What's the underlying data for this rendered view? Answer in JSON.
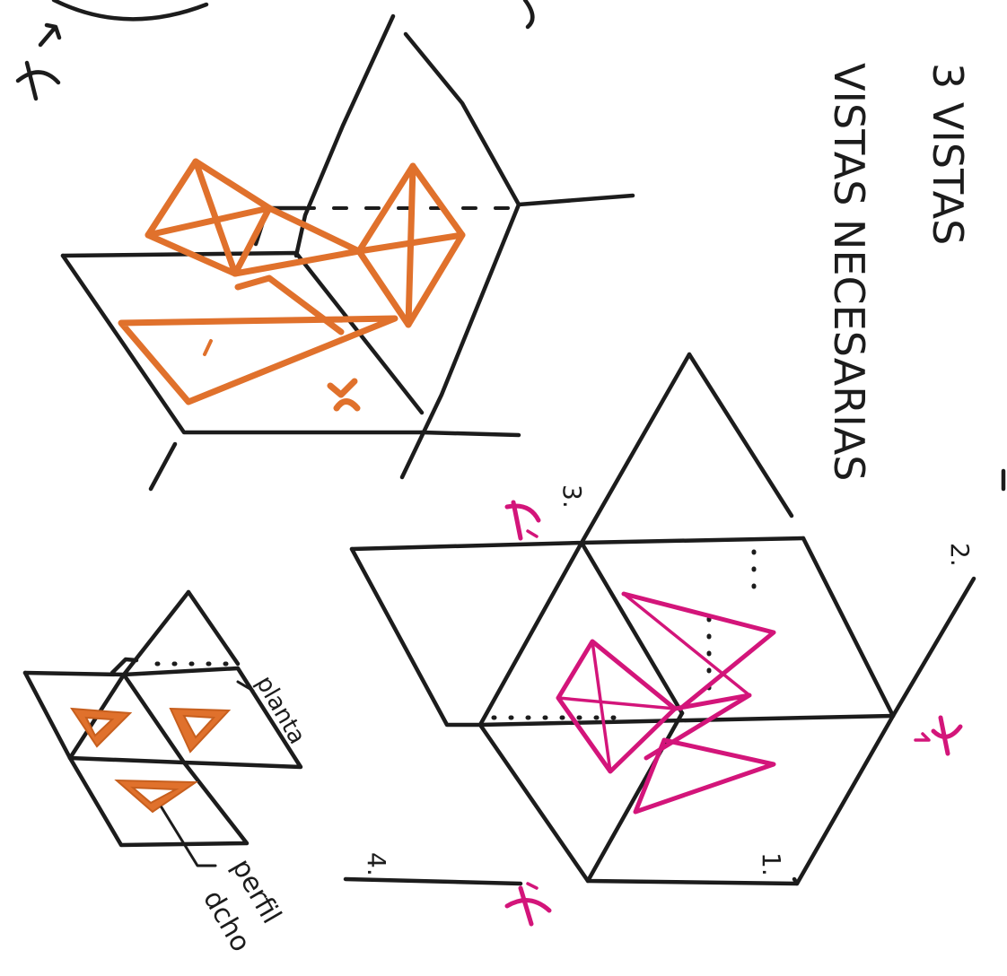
{
  "title": {
    "line1": "3 VISTAS",
    "line2": "VISTAS NECESARIAS"
  },
  "labels": {
    "view1": "1.",
    "view2": "2.",
    "view3": "3.",
    "view4": "4.",
    "planta": "planta",
    "perfil": "perfil",
    "dcho": "dcho"
  },
  "colors": {
    "ink": "#1c1c1c",
    "orange": "#e0712c",
    "magenta": "#d3157a",
    "paper": "#ffffff"
  }
}
